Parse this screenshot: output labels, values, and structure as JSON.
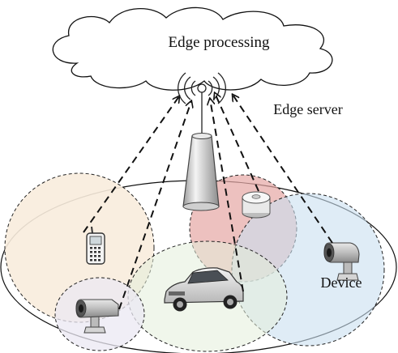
{
  "cloud": {
    "label": "Edge processing"
  },
  "server": {
    "label": "Edge server"
  },
  "device": {
    "label": "Device"
  },
  "colors": {
    "zone_peach": "#f8ecdd",
    "zone_red": "#e6a6a4",
    "zone_blue": "#c9dff0",
    "zone_green": "#e4eedb",
    "zone_lavender": "#ebe8f3"
  },
  "icons": [
    "cloud-icon",
    "antenna-tower-icon",
    "phone-icon",
    "smoke-detector-icon",
    "car-icon",
    "security-camera-icon"
  ]
}
